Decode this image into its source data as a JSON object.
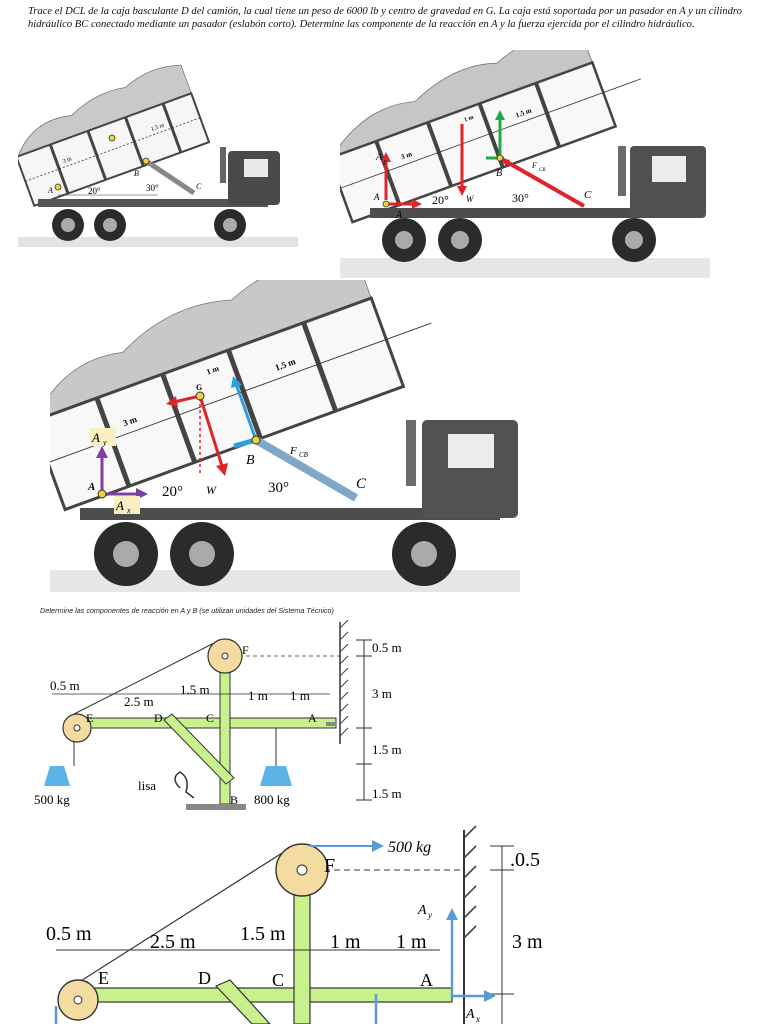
{
  "intro_text": "Trace el DCL de la caja basculante D del camión, la cual tiene un peso de 6000 lb y centro de gravedad en G. La caja está soportada por un pasador en A y un cilindro hidráulico BC conectado mediante un pasador (eslabón corto). Determine las componente de la reacción en A y la fuerza ejercida por el cilindro hidráulico.",
  "truck_figures": {
    "dim_3m": "3 m",
    "dim_1m": "1 m",
    "dim_15m": "1.5 m",
    "angle_20": "20°",
    "angle_30": "30°",
    "point_A": "A",
    "point_B": "B",
    "point_C": "C",
    "point_G": "G",
    "force_W": "W",
    "force_Ay": "A",
    "force_Ax": "A",
    "sub_y": "y",
    "sub_x": "x",
    "force_FCB": "F",
    "sub_CB": "CB"
  },
  "frame_subtitle": "Determine las componentes de reacción en A y B (se utilizan unidades del Sistema Técnico)",
  "frame_figure": {
    "dim_05_top": "0.5 m",
    "dim_3": "3 m",
    "dim_15_a": "1.5 m",
    "dim_15_b": "1.5 m",
    "dim_05_left": "0.5 m",
    "dim_25": "2.5 m",
    "dim_15_mid": "1.5 m",
    "dim_1_a": "1 m",
    "dim_1_b": "1 m",
    "point_E": "E",
    "point_D": "D",
    "point_C": "C",
    "point_A": "A",
    "point_F": "F",
    "point_B": "B",
    "lisa_label": "lisa",
    "mass_left": "500 kg",
    "mass_right": "800 kg"
  },
  "fbd_figure": {
    "load_label": "500 kg",
    "dim_05_top": ".0.5",
    "dim_3": "3 m",
    "dim_05_left": "0.5 m",
    "dim_25": "2.5 m",
    "dim_15": "1.5 m",
    "dim_1_a": "1 m",
    "dim_1_b": "1 m",
    "point_E": "E",
    "point_D": "D",
    "point_C": "C",
    "point_A": "A",
    "point_F": "F",
    "force_Ay": "A",
    "force_Ax": "A",
    "sub_y": "y",
    "sub_x": "x"
  },
  "colors": {
    "red_force": "#e0242b",
    "green_force": "#22a84a",
    "blue_force": "#2e9ee0",
    "purple_force": "#7b3fa6",
    "bar_green": "#c8f08c",
    "pulley": "#f4dca0",
    "arrow_blue": "#5b9bd5"
  }
}
